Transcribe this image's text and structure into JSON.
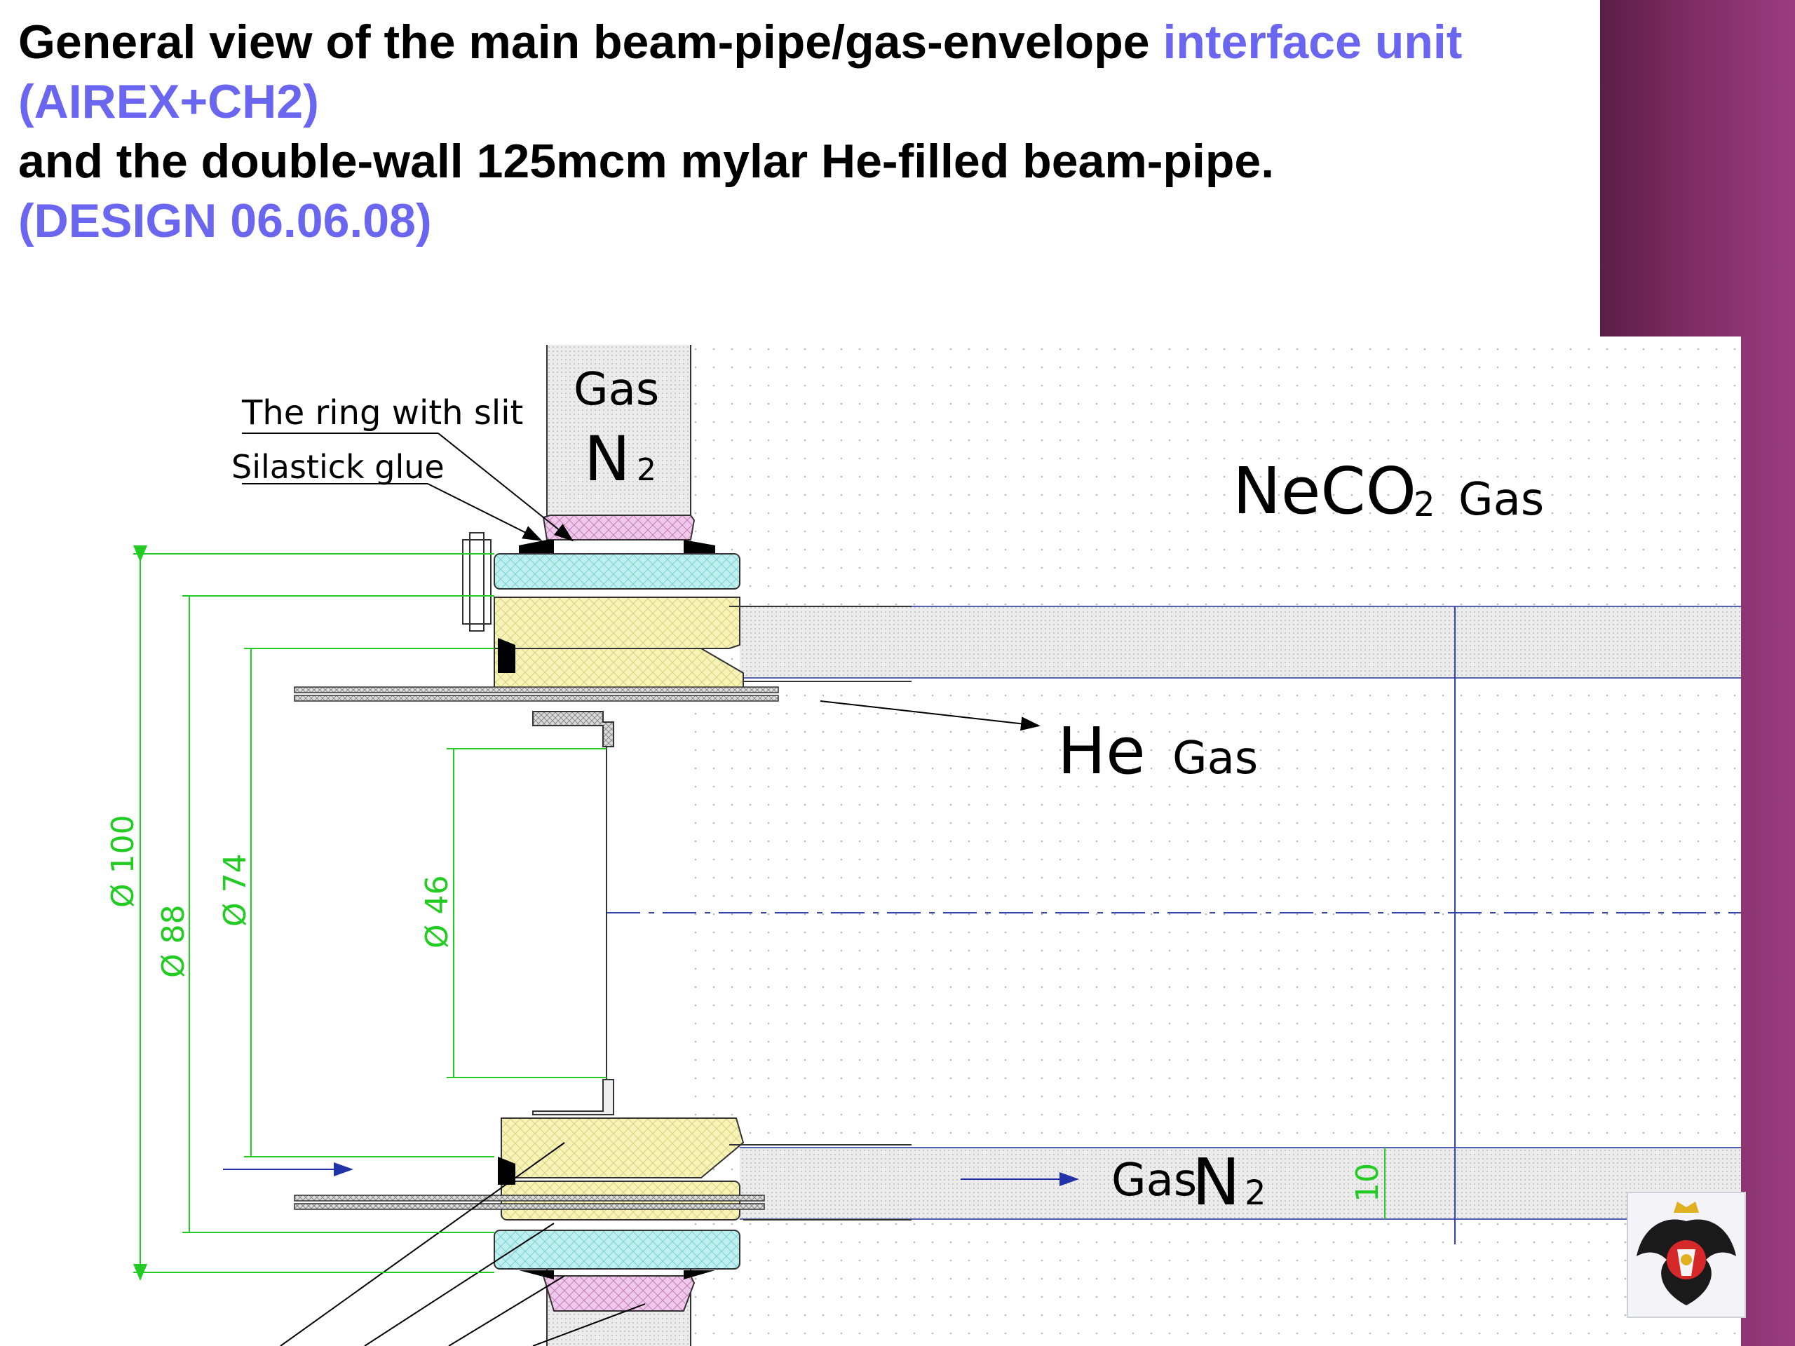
{
  "title": {
    "line1_black": "General view of the main beam-pipe/gas-envelope ",
    "line1_blue": "interface unit",
    "line2_blue": "(AIREX+CH2)",
    "line3_black": " and  the double-wall 125mcm mylar  He-filled beam-pipe.",
    "line4_blue": "(DESIGN 06.06.08)"
  },
  "drawing": {
    "gas_label": "Gas",
    "n_label": "N",
    "sub2": "2",
    "ring_label": "The ring with slit",
    "glue_label": "Silastick glue",
    "neco_label": "NeCO",
    "neco_gas": "Gas",
    "he_label": "He",
    "he_gas": "Gas",
    "gasn_label": "Gas",
    "gasn_n": "N",
    "dims": {
      "d100": "Ø 100",
      "d88": "Ø 88",
      "d74": "Ø 74",
      "d46": "Ø 46",
      "t10": "10"
    }
  },
  "colors": {
    "title_highlight": "#6b66f0",
    "dimension": "#22cc22",
    "airex_fill": "#bff0f0",
    "ch2_fill": "#f8f4b8",
    "ring_fill": "#f0c8ec",
    "side_band": "#7d2c62"
  }
}
